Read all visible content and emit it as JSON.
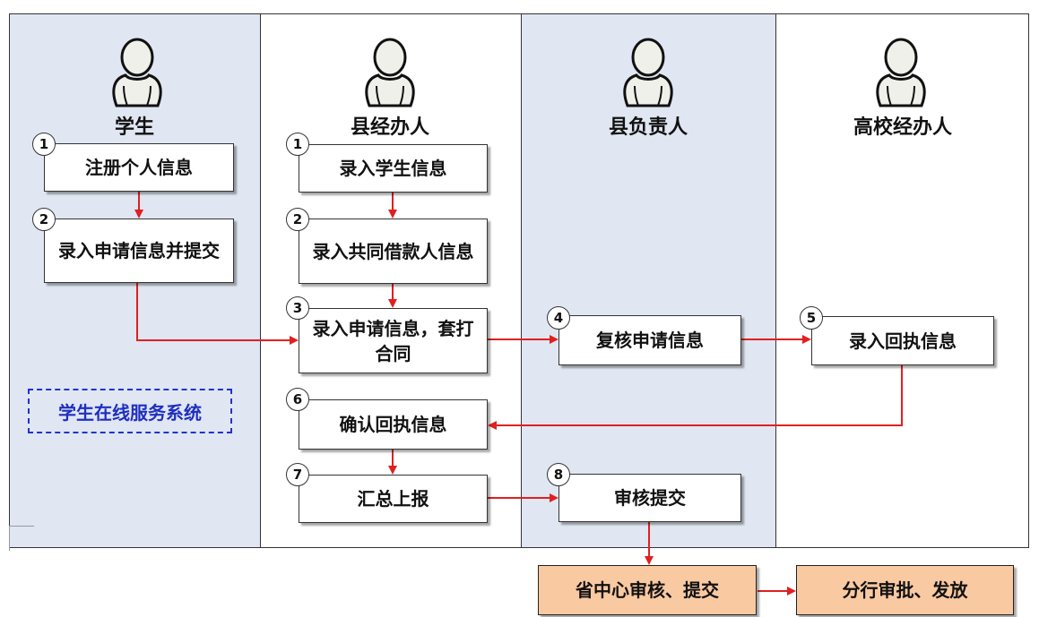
{
  "lanes": [
    {
      "title": "学生",
      "actor_icon": "person-icon"
    },
    {
      "title": "县经办人",
      "actor_icon": "person-icon"
    },
    {
      "title": "县负责人",
      "actor_icon": "person-icon"
    },
    {
      "title": "高校经办人",
      "actor_icon": "person-icon"
    }
  ],
  "system_label": "学生在线服务系统",
  "steps": {
    "s1_register": {
      "num": "1",
      "text": "注册个人信息"
    },
    "s2_submit_application": {
      "num": "2",
      "text": "录入申请信息并提交"
    },
    "c1_student_info": {
      "num": "1",
      "text": "录入学生信息"
    },
    "c2_coborrower": {
      "num": "2",
      "text": "录入共同借款人信息"
    },
    "c3_contract": {
      "num": "3",
      "text": "录入申请信息，套打合同"
    },
    "r4_review": {
      "num": "4",
      "text": "复核申请信息"
    },
    "u5_receipt": {
      "num": "5",
      "text": "录入回执信息"
    },
    "c6_confirm": {
      "num": "6",
      "text": "确认回执信息"
    },
    "c7_summary": {
      "num": "7",
      "text": "汇总上报"
    },
    "r8_audit": {
      "num": "8",
      "text": "审核提交"
    },
    "p_province": {
      "text": "省中心审核、提交"
    },
    "b_bank": {
      "text": "分行审批、发放"
    }
  },
  "colors": {
    "lane_shaded": "#e0e6f2",
    "arrow": "#e02020",
    "orange_box": "#f9c9a1",
    "system_label": "#1f2fbf"
  }
}
